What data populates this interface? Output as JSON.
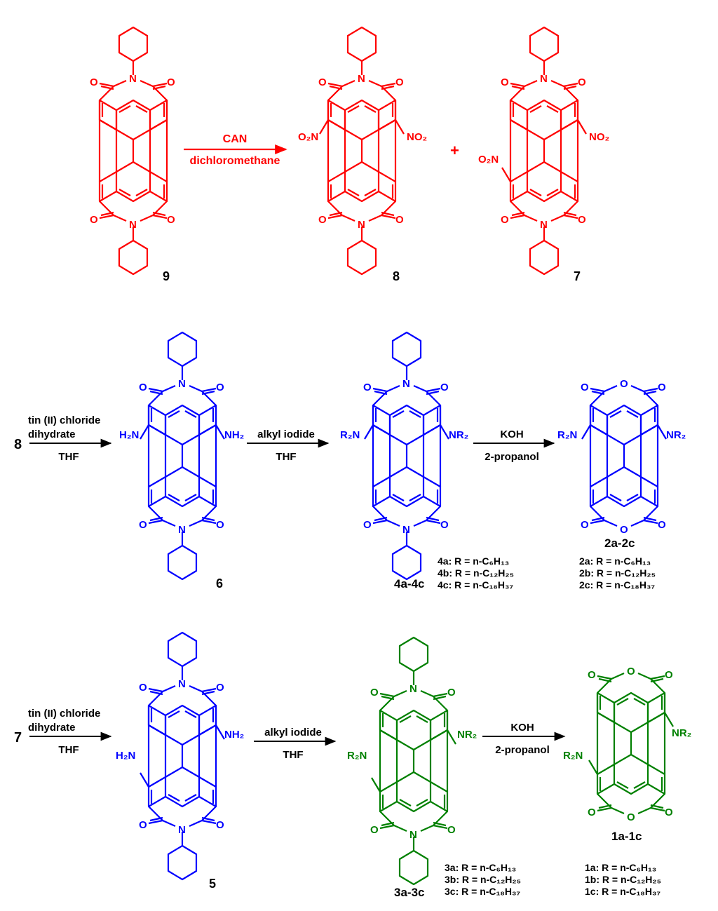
{
  "colors": {
    "red": "#ff0000",
    "blue": "#0000ff",
    "green": "#008000",
    "black": "#000000"
  },
  "row1": {
    "arrow": {
      "above": "CAN",
      "below": "dichloromethane"
    },
    "plus": "+",
    "labels": {
      "c9": "9",
      "c8": "8",
      "c7": "7"
    },
    "groups": {
      "o2n": "O₂N",
      "no2": "NO₂"
    }
  },
  "row2": {
    "start": "8",
    "arrow1": {
      "above1": "tin (II) chloride",
      "above2": "dihydrate",
      "below": "THF"
    },
    "arrow2": {
      "above": "alkyl iodide",
      "below": "THF"
    },
    "arrow3": {
      "above": "KOH",
      "below": "2-propanol"
    },
    "labels": {
      "c6": "6",
      "c4": "4a-4c",
      "c2": "2a-2c"
    },
    "groups": {
      "h2n": "H₂N",
      "nh2": "NH₂",
      "r2n": "R₂N",
      "nr2": "NR₂"
    },
    "r4": [
      "4a: R = n-C₆H₁₃",
      "4b: R = n-C₁₂H₂₅",
      "4c: R = n-C₁₈H₃₇"
    ],
    "r2": [
      "2a: R = n-C₆H₁₃",
      "2b: R = n-C₁₂H₂₅",
      "2c: R = n-C₁₈H₃₇"
    ]
  },
  "row3": {
    "start": "7",
    "arrow1": {
      "above1": "tin (II) chloride",
      "above2": "dihydrate",
      "below": "THF"
    },
    "arrow2": {
      "above": "alkyl iodide",
      "below": "THF"
    },
    "arrow3": {
      "above": "KOH",
      "below": "2-propanol"
    },
    "labels": {
      "c5": "5",
      "c3": "3a-3c",
      "c1": "1a-1c"
    },
    "groups": {
      "h2n": "H₂N",
      "nh2": "NH₂",
      "r2n": "R₂N",
      "nr2": "NR₂"
    },
    "r3": [
      "3a: R = n-C₆H₁₃",
      "3b: R = n-C₁₂H₂₅",
      "3c: R = n-C₁₈H₃₇"
    ],
    "r1": [
      "1a: R = n-C₆H₁₃",
      "1b: R = n-C₁₂H₂₅",
      "1c: R = n-C₁₈H₃₇"
    ]
  }
}
